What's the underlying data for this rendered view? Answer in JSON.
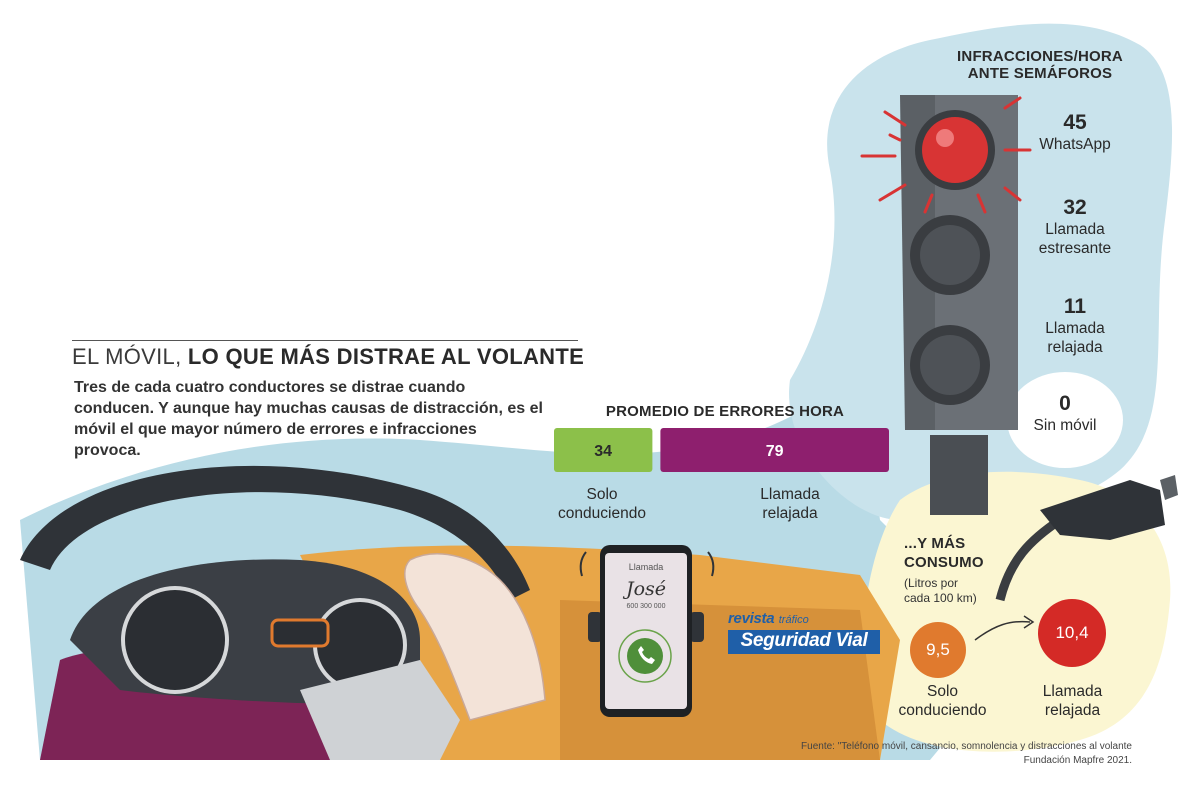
{
  "header": {
    "title_light": "EL MÓVIL,",
    "title_bold": "LO QUE MÁS DISTRAE AL VOLANTE",
    "intro": "Tres de cada cuatro conductores se distrae cuando conducen. Y aunque hay muchas causas de distracción, es el móvil el que mayor número de errores e infracciones provoca."
  },
  "errors_chart": {
    "title": "PROMEDIO DE ERRORES HORA",
    "bars": [
      {
        "label_line1": "Solo",
        "label_line2": "conduciendo",
        "value": 34,
        "color": "#8cc04a"
      },
      {
        "label_line1": "Llamada",
        "label_line2": "relajada",
        "value": 79,
        "color": "#8e1f6e"
      }
    ]
  },
  "infractions": {
    "title_line1": "INFRACCIONES/HORA",
    "title_line2": "ANTE SEMÁFOROS",
    "items": [
      {
        "value": "45",
        "label_line1": "WhatsApp",
        "label_line2": ""
      },
      {
        "value": "32",
        "label_line1": "Llamada",
        "label_line2": "estresante"
      },
      {
        "value": "11",
        "label_line1": "Llamada",
        "label_line2": "relajada"
      },
      {
        "value": "0",
        "label_line1": "Sin móvil",
        "label_line2": ""
      }
    ]
  },
  "consumption": {
    "title_line1": "...Y MÁS",
    "title_line2": "CONSUMO",
    "subtitle_line1": "(Litros por",
    "subtitle_line2": "cada 100 km)",
    "items": [
      {
        "value": "9,5",
        "label_line1": "Solo",
        "label_line2": "conduciendo",
        "color": "#e07a2e"
      },
      {
        "value": "10,4",
        "label_line1": "Llamada",
        "label_line2": "relajada",
        "color": "#d42a26"
      }
    ]
  },
  "phone": {
    "header": "Llamada",
    "caller": "José",
    "number": "600 300 000"
  },
  "brand": {
    "line1": "revista",
    "line2": "tráfico",
    "line3": "Seguridad Vial"
  },
  "source": {
    "line1": "Fuente: \"Teléfono móvil, cansancio, somnolencia y distracciones al volante",
    "line2": "Fundación Mapfre 2021."
  },
  "colors": {
    "sky": "#b9dbe6",
    "cream": "#fbf6d2",
    "dashboard": "#e8a648",
    "trafficlight": "#555a5f",
    "red_light": "#d83434",
    "purple": "#8e1f6e",
    "green": "#8cc04a"
  },
  "icons": [
    "steering-wheel-icon",
    "phone-icon",
    "traffic-light-icon",
    "fuel-nozzle-icon",
    "arrow-icon",
    "call-icon"
  ]
}
